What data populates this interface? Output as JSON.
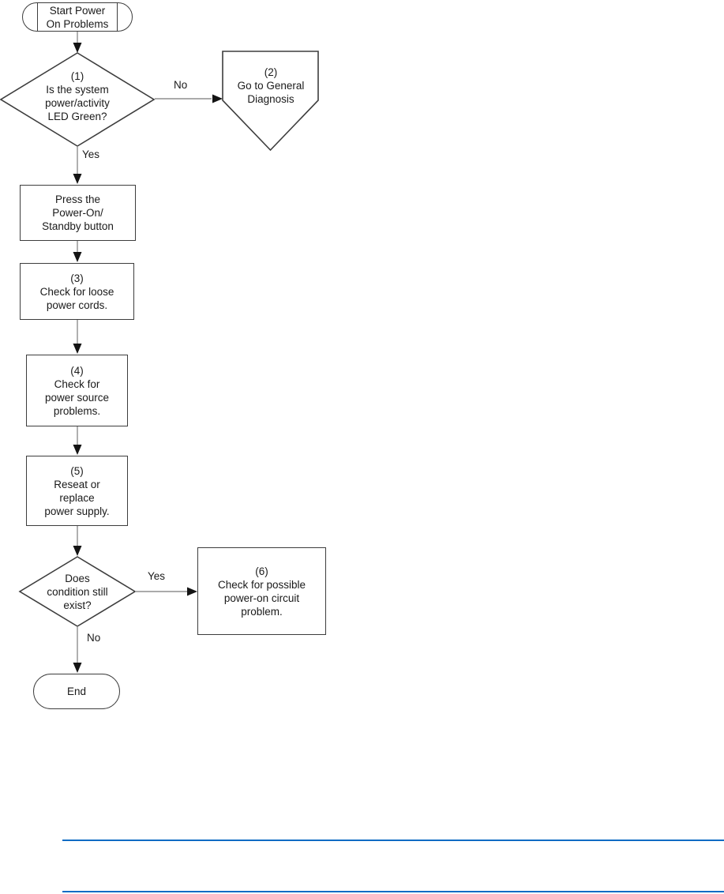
{
  "diagram": {
    "title": "Start Power On Problems flowchart",
    "nodes": {
      "start": {
        "type": "terminator",
        "lines": [
          "Start Power",
          "On Problems"
        ]
      },
      "d1": {
        "type": "decision",
        "lines": [
          "(1)",
          "Is the system",
          "power/activity",
          "LED Green?"
        ]
      },
      "p2": {
        "type": "offpage-connector",
        "lines": [
          "(2)",
          "Go to General",
          "Diagnosis"
        ]
      },
      "press": {
        "type": "process",
        "lines": [
          "Press the",
          "Power-On/",
          "Standby button"
        ]
      },
      "n3": {
        "type": "process",
        "lines": [
          "(3)",
          "Check for loose",
          "power cords."
        ]
      },
      "n4": {
        "type": "process",
        "lines": [
          "(4)",
          "Check for",
          "power source",
          "problems."
        ]
      },
      "n5": {
        "type": "process",
        "lines": [
          "(5)",
          "Reseat or",
          "replace",
          "power supply."
        ]
      },
      "d2": {
        "type": "decision",
        "lines": [
          "Does",
          "condition still",
          "exist?"
        ]
      },
      "n6": {
        "type": "process",
        "lines": [
          "(6)",
          "Check for possible",
          "power-on circuit",
          "problem."
        ]
      },
      "end": {
        "type": "terminator",
        "lines": [
          "End"
        ]
      }
    },
    "edge_labels": {
      "d1_no": "No",
      "d1_yes": "Yes",
      "d2_yes": "Yes",
      "d2_no": "No"
    },
    "colors": {
      "shape_border": "#3d3d3d",
      "connector_gray": "#8f8f8f",
      "arrowhead_black": "#141414",
      "text": "#1a1a1a",
      "rule_blue": "#0f6cc4",
      "background": "#ffffff"
    }
  }
}
